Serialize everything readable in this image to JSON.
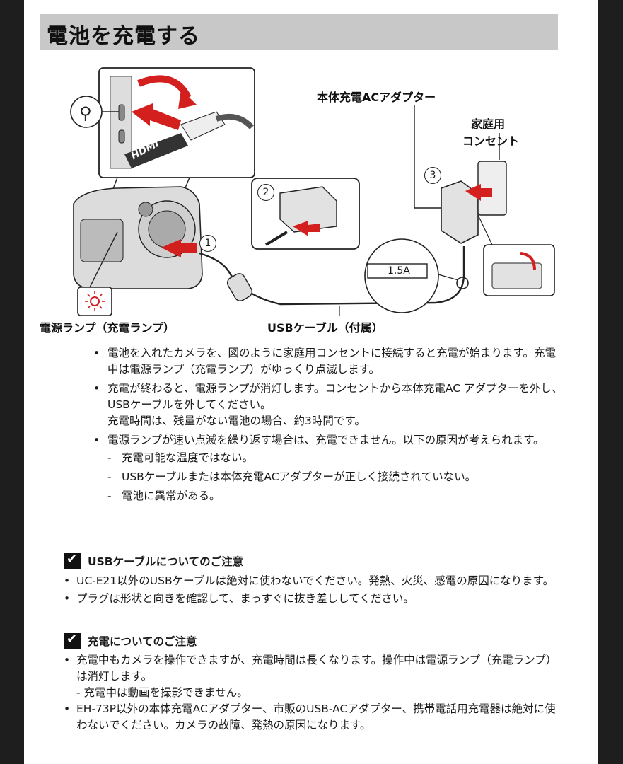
{
  "section_title": "電池を充電する",
  "figure": {
    "adapter_label": "本体充電ACアダプター",
    "outlet_label_line1": "家庭用",
    "outlet_label_line2": "コンセント",
    "lamp_label": "電源ランプ（充電ランプ）",
    "cable_label": "USBケーブル（付属）",
    "rating_text": "1.5A",
    "hdmi_text": "HDMI",
    "step1": "1",
    "step2": "2",
    "step3": "3"
  },
  "bullets": [
    {
      "text": "電池を入れたカメラを、図のように家庭用コンセントに接続すると充電が始まります。充電中は電源ランプ（充電ランプ）がゆっくり点滅します。"
    },
    {
      "text": "充電が終わると、電源ランプが消灯します。コンセントから本体充電AC アダプターを外し、USBケーブルを外してください。",
      "extra": "充電時間は、残量がない電池の場合、約3時間です。"
    },
    {
      "text": "電源ランプが速い点滅を繰り返す場合は、充電できません。以下の原因が考えられます。"
    }
  ],
  "causes": [
    "充電可能な温度ではない。",
    "USBケーブルまたは本体充電ACアダプターが正しく接続されていない。",
    "電池に異常がある。"
  ],
  "note1": {
    "title": "USBケーブルについてのご注意",
    "items": [
      "UC-E21以外のUSBケーブルは絶対に使わないでください。発熱、火災、感電の原因になります。",
      "プラグは形状と向きを確認して、まっすぐに抜き差ししてください。"
    ]
  },
  "note2": {
    "title": "充電についてのご注意",
    "item1": "充電中もカメラを操作できますが、充電時間は長くなります。操作中は電源ランプ（充電ランプ）は消灯します。",
    "item1_sub": "充電中は動画を撮影できません。",
    "item2": "EH-73P以外の本体充電ACアダプター、市販のUSB-ACアダプター、携帯電話用充電器は絶対に使わないでください。カメラの故障、発熱の原因になります。"
  },
  "bullet_glyph": "•",
  "dash_glyph": "-",
  "colors": {
    "title_bar": "#c8c8c8",
    "arrow": "#d41f1f",
    "lamp": "#d41f1f",
    "page_bg": "#1e1e1e"
  }
}
